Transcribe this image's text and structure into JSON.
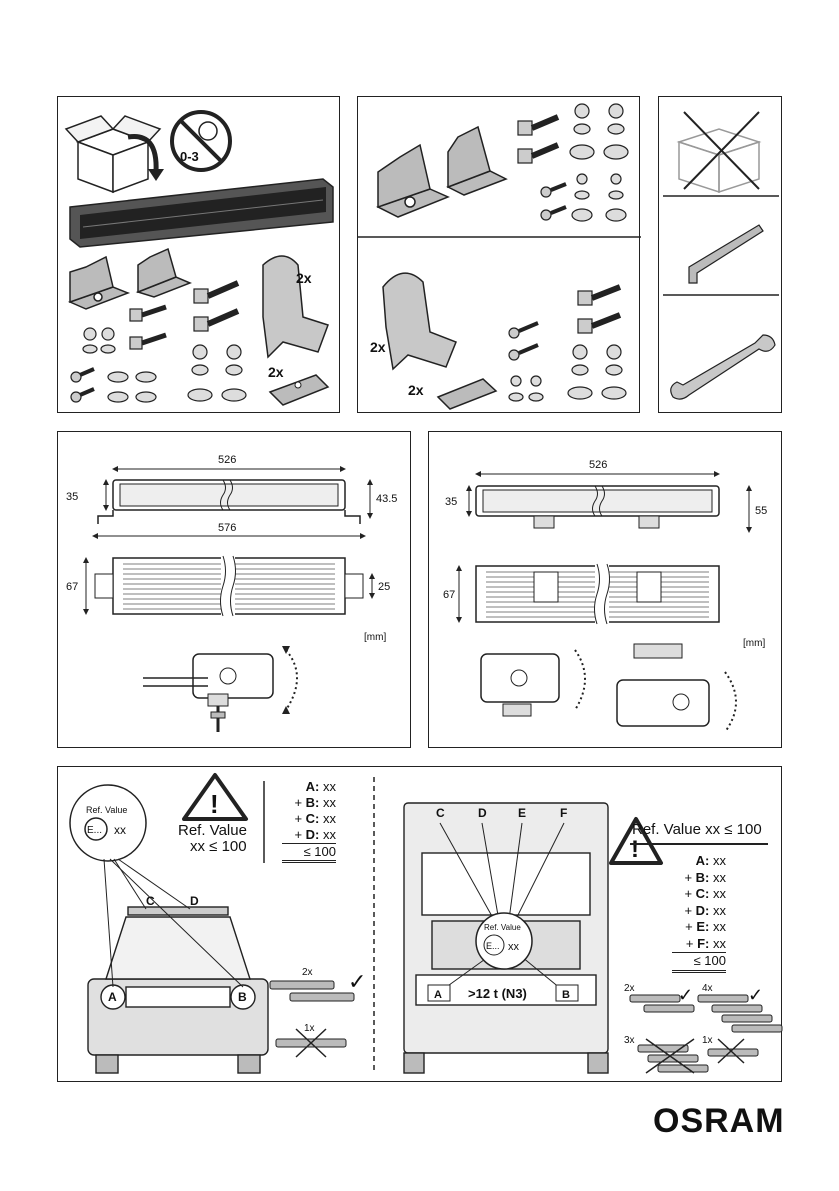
{
  "box1": {
    "age_warning": "0-3",
    "qty_bracket": "2x",
    "qty_clamp": "2x"
  },
  "box2": {
    "qty_bracket": "2x",
    "qty_clamp": "2x"
  },
  "dim_left": {
    "width_inner": "526",
    "width_outer": "576",
    "height_side": "35",
    "height_right": "43.5",
    "depth": "67",
    "bracket": "25",
    "unit": "[mm]"
  },
  "dim_right": {
    "width_inner": "526",
    "height_side": "35",
    "height_right": "55",
    "depth": "67",
    "unit": "[mm]"
  },
  "ref_left": {
    "badge_title": "Ref. Value",
    "badge_code": "E...",
    "badge_xx": "xx",
    "warning_line1": "Ref. Value",
    "warning_line2": "xx ≤ 100",
    "sum": [
      {
        "prefix": "",
        "key": "A:",
        "val": "xx"
      },
      {
        "prefix": "+ ",
        "key": "B:",
        "val": "xx"
      },
      {
        "prefix": "+ ",
        "key": "C:",
        "val": "xx"
      },
      {
        "prefix": "+ ",
        "key": "D:",
        "val": "xx"
      }
    ],
    "total": "≤ 100",
    "labels": {
      "a": "A",
      "b": "B",
      "c": "C",
      "d": "D"
    },
    "qty_ok": "2x",
    "qty_no": "1x"
  },
  "ref_right": {
    "warning_line": "Ref. Value xx ≤ 100",
    "sum": [
      {
        "prefix": "",
        "key": "A:",
        "val": "xx"
      },
      {
        "prefix": "+ ",
        "key": "B:",
        "val": "xx"
      },
      {
        "prefix": "+ ",
        "key": "C:",
        "val": "xx"
      },
      {
        "prefix": "+ ",
        "key": "D:",
        "val": "xx"
      },
      {
        "prefix": "+ ",
        "key": "E:",
        "val": "xx"
      },
      {
        "prefix": "+ ",
        "key": "F:",
        "val": "xx"
      }
    ],
    "total": "≤ 100",
    "badge_title": "Ref. Value",
    "badge_code": "E...",
    "badge_xx": "xx",
    "labels": {
      "a": "A",
      "b": "B",
      "c": "C",
      "d": "D",
      "e": "E",
      "f": "F"
    },
    "truck_class": ">12 t (N3)",
    "qty_2x": "2x",
    "qty_4x": "4x",
    "qty_3x": "3x",
    "qty_1x": "1x"
  },
  "brand": "OSRAM"
}
